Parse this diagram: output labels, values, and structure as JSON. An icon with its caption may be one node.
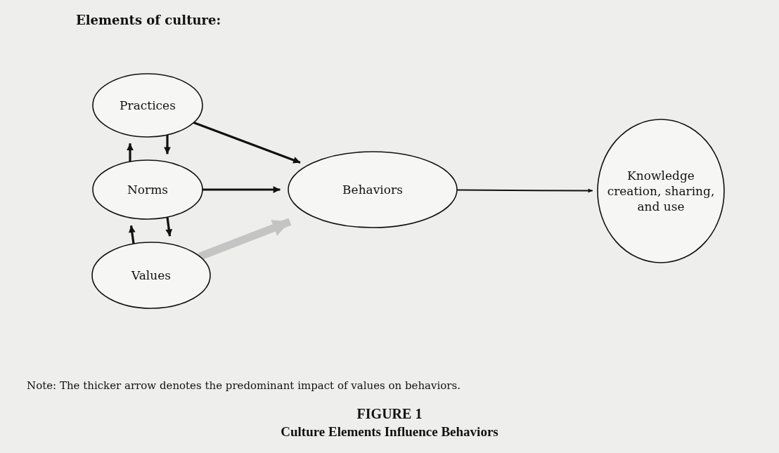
{
  "diagram": {
    "title": "Elements of culture:",
    "caption": "Culture Elements Influence Behaviors",
    "nodes": [
      {
        "text": [
          "Practices"
        ]
      },
      {
        "text": [
          "Norms"
        ]
      },
      {
        "text": [
          "Values"
        ]
      },
      {
        "text": [
          "Behaviors"
        ]
      },
      {
        "text": [
          "Knowledge creation, sharing, and use"
        ]
      }
    ],
    "edges": [
      {
        "from": 0,
        "to": 3,
        "arrow": "to"
      },
      {
        "from": 1,
        "to": 0,
        "arrow": "to"
      },
      {
        "from": 0,
        "to": 1,
        "arrow": "to"
      },
      {
        "from": 1,
        "to": 3,
        "arrow": "to"
      },
      {
        "from": 2,
        "to": 1,
        "arrow": "to"
      },
      {
        "from": 1,
        "to": 2,
        "arrow": "to"
      },
      {
        "from": 2,
        "to": 3,
        "arrow": "to",
        "style": "thick",
        "color": "#c4c4c4"
      },
      {
        "from": 3,
        "to": 4,
        "arrow": "to"
      }
    ],
    "labels": [
      "Note: The thicker arrow denotes the predominant impact of values on behaviors.",
      "FIGURE 1"
    ]
  }
}
